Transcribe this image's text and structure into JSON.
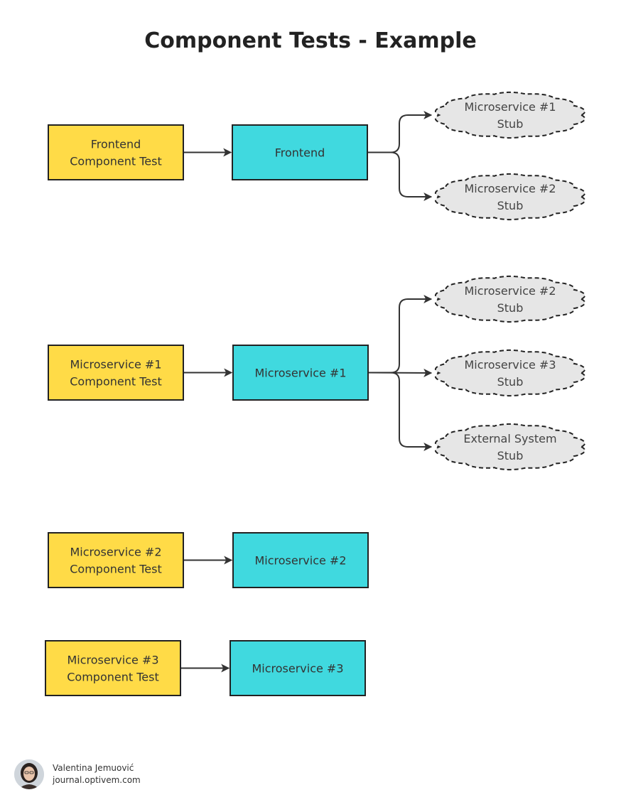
{
  "title": "Component Tests - Example",
  "colors": {
    "test_fill": "#FFDB47",
    "service_fill": "#40D9DF",
    "stub_fill": "#E6E6E6",
    "stroke": "#222222",
    "arrow": "#333333"
  },
  "groups": [
    {
      "test_lines": [
        "Frontend",
        "Component Test"
      ],
      "service_lines": [
        "Frontend"
      ],
      "stubs": [
        [
          "Microservice #1",
          "Stub"
        ],
        [
          "Microservice #2",
          "Stub"
        ]
      ]
    },
    {
      "test_lines": [
        "Microservice #1",
        "Component Test"
      ],
      "service_lines": [
        "Microservice #1"
      ],
      "stubs": [
        [
          "Microservice #2",
          "Stub"
        ],
        [
          "Microservice #3",
          "Stub"
        ],
        [
          "External System",
          "Stub"
        ]
      ]
    },
    {
      "test_lines": [
        "Microservice #2",
        "Component Test"
      ],
      "service_lines": [
        "Microservice #2"
      ],
      "stubs": []
    },
    {
      "test_lines": [
        "Microservice #3",
        "Component Test"
      ],
      "service_lines": [
        "Microservice #3"
      ],
      "stubs": []
    }
  ],
  "author": {
    "name": "Valentina Jemuović",
    "site": "journal.optivem.com"
  }
}
